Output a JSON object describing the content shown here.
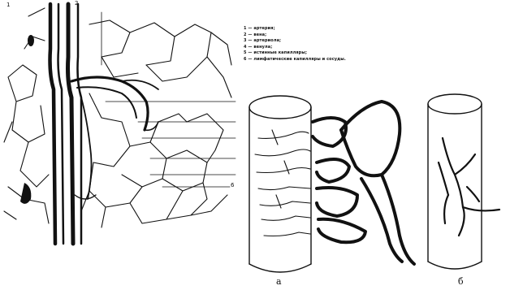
{
  "legend": {
    "items": [
      "1 — артерия;",
      "2 — вена;",
      "3 — артериола;",
      "4 — венула;",
      "5 — истинные капилляры;",
      "6 — лимфатические капилляры и сосуды."
    ]
  },
  "labels": {
    "marker_top": "2",
    "marker_side": "6",
    "marker_top_left": "1",
    "panel_a": "а",
    "panel_b": "б"
  },
  "colors": {
    "ink": "#111111",
    "paper": "#ffffff"
  }
}
